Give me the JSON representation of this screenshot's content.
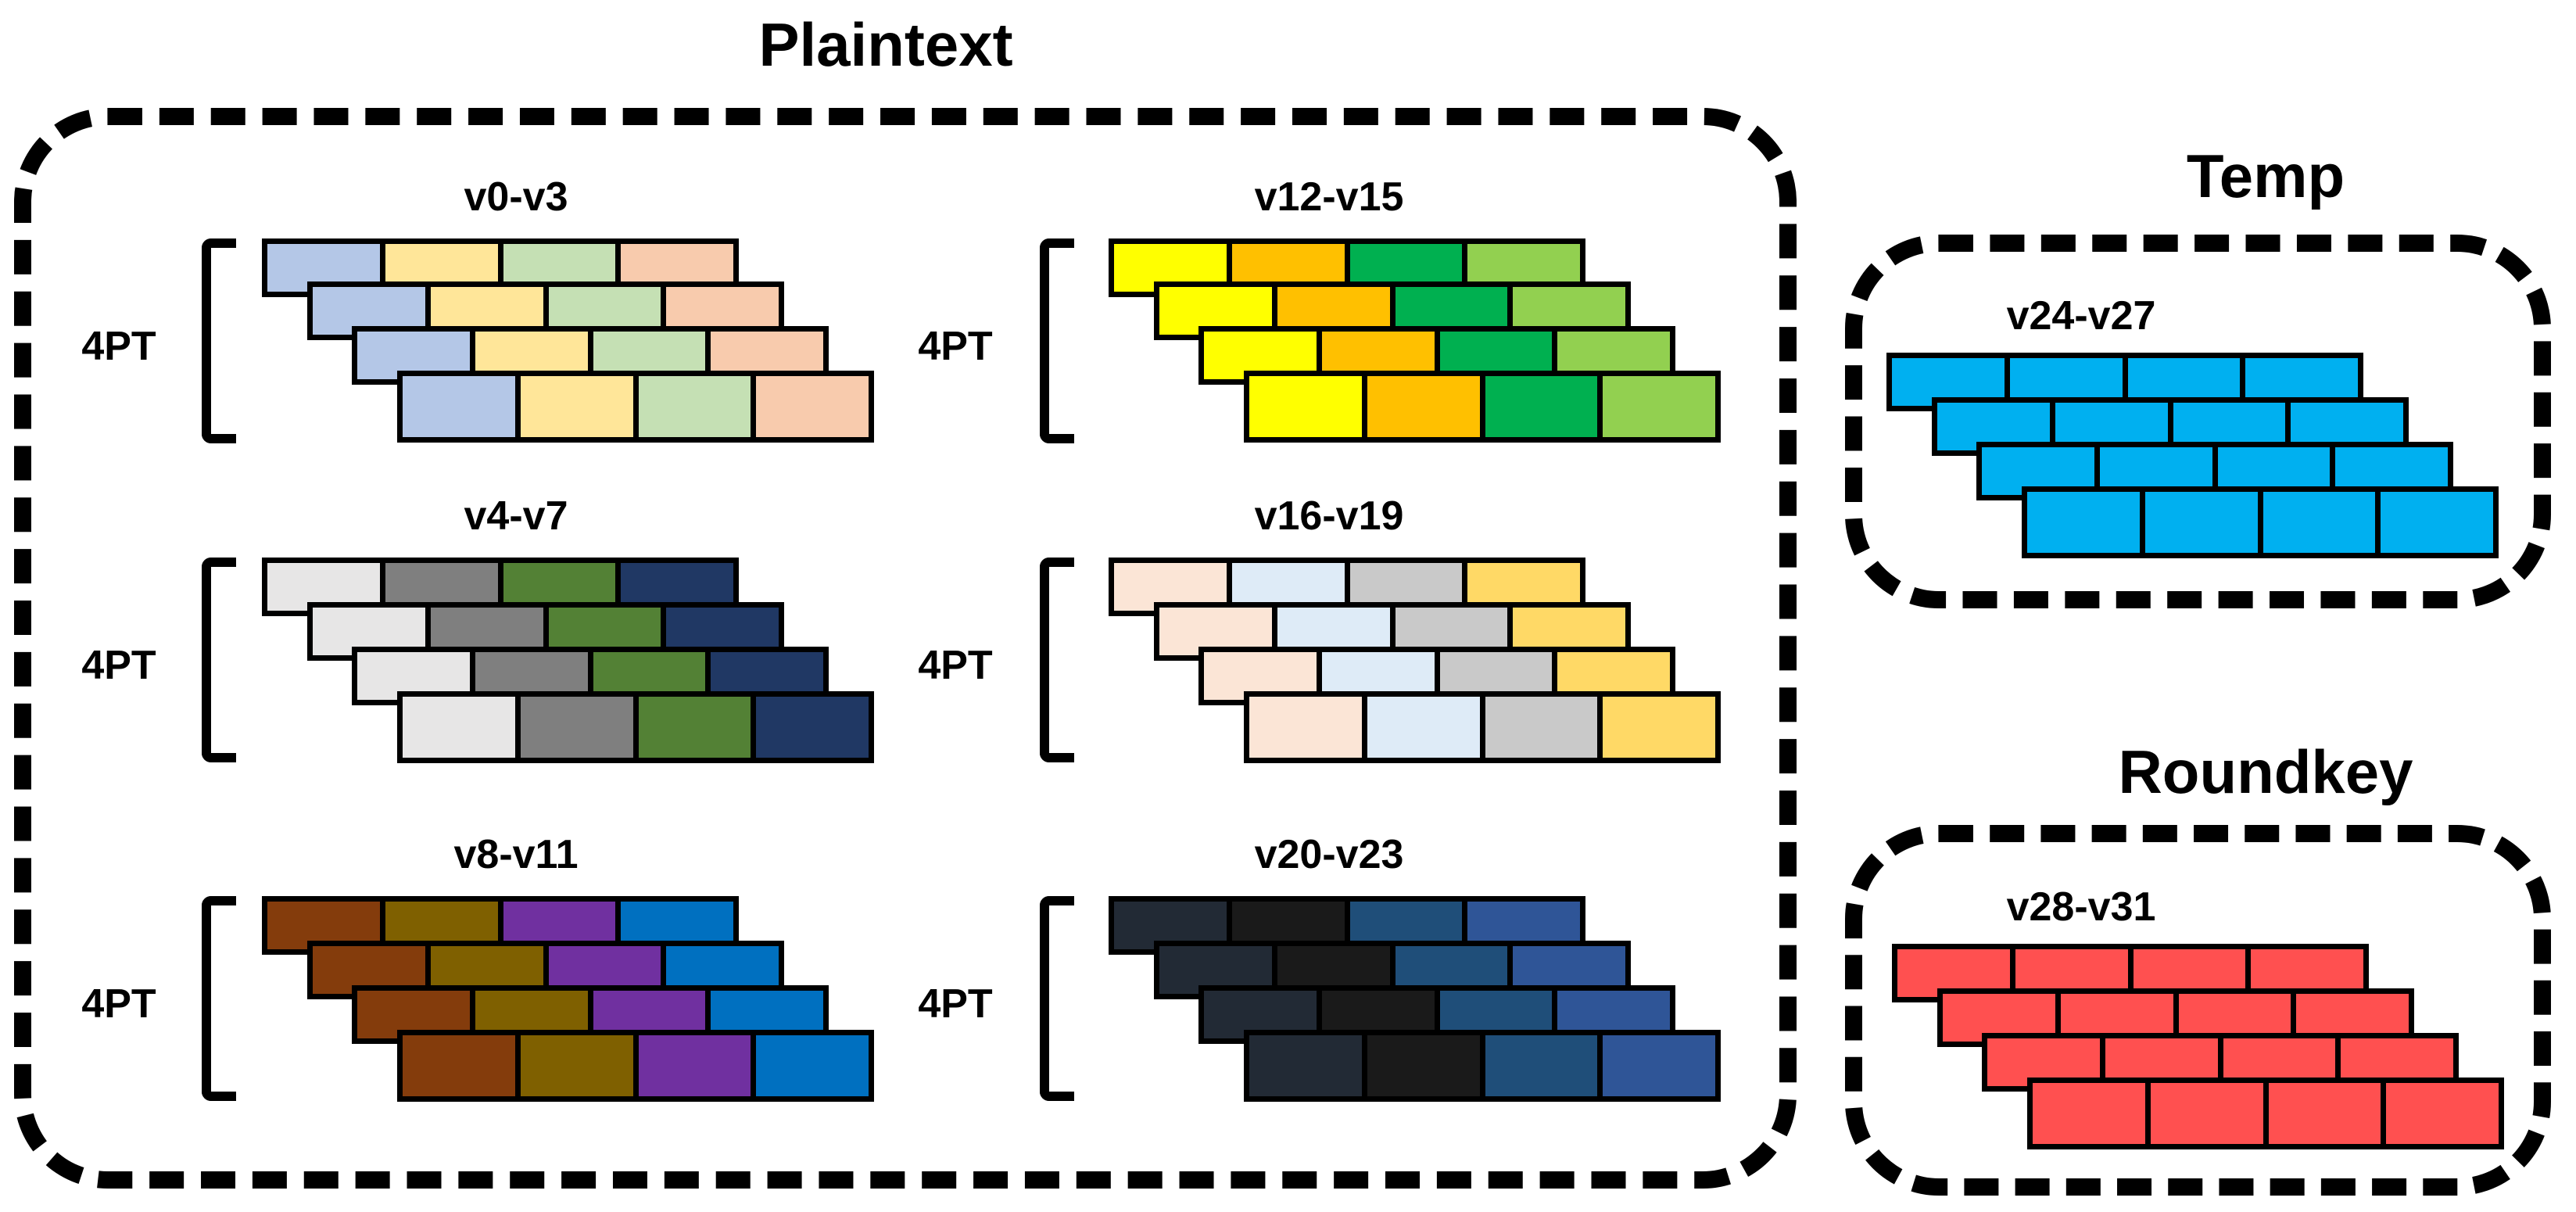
{
  "groups": [
    {
      "title": "Plaintext",
      "stacks": [
        {
          "label": "v0-v3",
          "side": "4PT",
          "colors": [
            "#b4c7e7",
            "#ffe699",
            "#c5e0b4",
            "#f8cbad"
          ]
        },
        {
          "label": "v4-v7",
          "side": "4PT",
          "colors": [
            "#e7e6e6",
            "#7f7f7f",
            "#538135",
            "#203864"
          ]
        },
        {
          "label": "v8-v11",
          "side": "4PT",
          "colors": [
            "#843c0c",
            "#7f6000",
            "#7030a0",
            "#0070c0"
          ]
        },
        {
          "label": "v12-v15",
          "side": "4PT",
          "colors": [
            "#ffff00",
            "#ffc000",
            "#00b050",
            "#92d050"
          ]
        },
        {
          "label": "v16-v19",
          "side": "4PT",
          "colors": [
            "#fbe5d6",
            "#deebf7",
            "#c9c9c9",
            "#ffd966"
          ]
        },
        {
          "label": "v20-v23",
          "side": "4PT",
          "colors": [
            "#222a35",
            "#1a1a1a",
            "#1f4e79",
            "#2f5597"
          ]
        }
      ]
    },
    {
      "title": "Temp",
      "stacks": [
        {
          "label": "v24-v27",
          "side": "",
          "colors": [
            "#00b0f0",
            "#00b0f0",
            "#00b0f0",
            "#00b0f0"
          ]
        }
      ]
    },
    {
      "title": "Roundkey",
      "stacks": [
        {
          "label": "v28-v31",
          "side": "",
          "colors": [
            "#ff5050",
            "#ff5050",
            "#ff5050",
            "#ff5050"
          ]
        }
      ]
    }
  ]
}
